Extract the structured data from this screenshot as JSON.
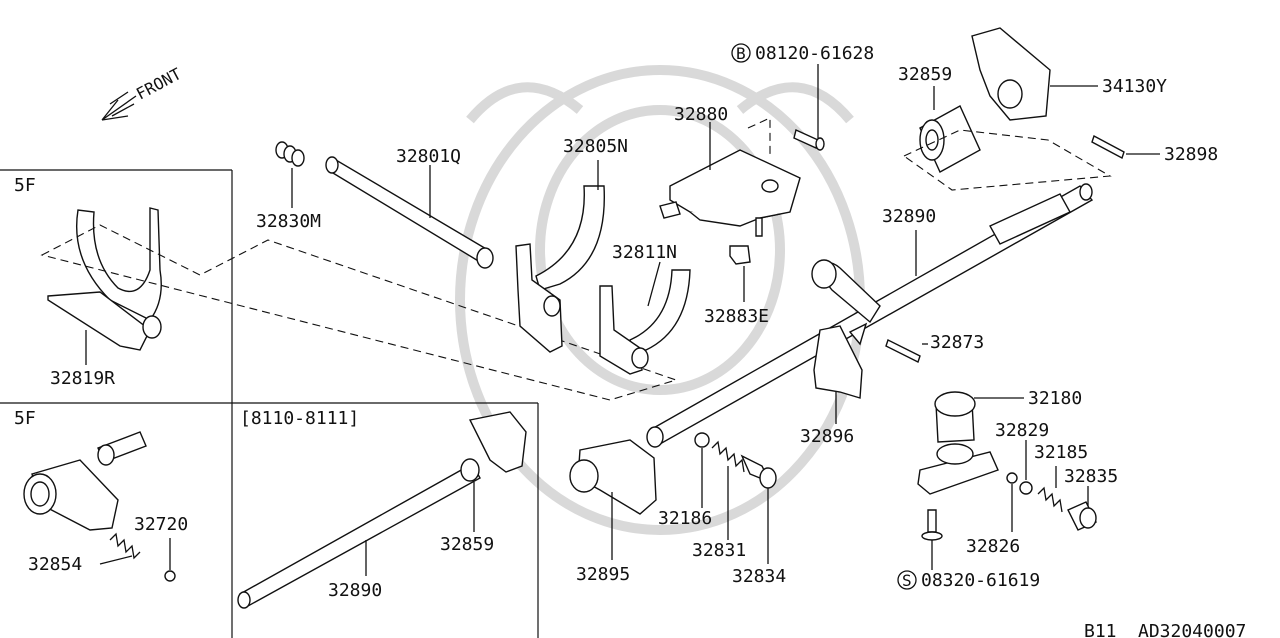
{
  "front_label": "FRONT",
  "inset_labels": {
    "top_left": "5F",
    "bottom_left": "5F",
    "bottom_middle": "[8110-8111]"
  },
  "parts": {
    "p32801Q": "32801Q",
    "p32830M": "32830M",
    "p32819R": "32819R",
    "p32805N": "32805N",
    "p32880": "32880",
    "p32811N": "32811N",
    "p32883E": "32883E",
    "p08120": "08120-61628",
    "p32859a": "32859",
    "p34130Y": "34130Y",
    "p32898": "32898",
    "p32890a": "32890",
    "p32873": "32873",
    "p32896": "32896",
    "p32180": "32180",
    "p32829": "32829",
    "p32185": "32185",
    "p32835": "32835",
    "p32826": "32826",
    "p08320": "08320-61619",
    "p32186": "32186",
    "p32831": "32831",
    "p32834": "32834",
    "p32895": "32895",
    "p32720": "32720",
    "p32854": "32854",
    "p32859b": "32859",
    "p32890b": "32890"
  },
  "circle_prefixes": {
    "b": "B",
    "s": "S"
  },
  "footer": {
    "ref": "B11",
    "code": "AD32040007"
  }
}
